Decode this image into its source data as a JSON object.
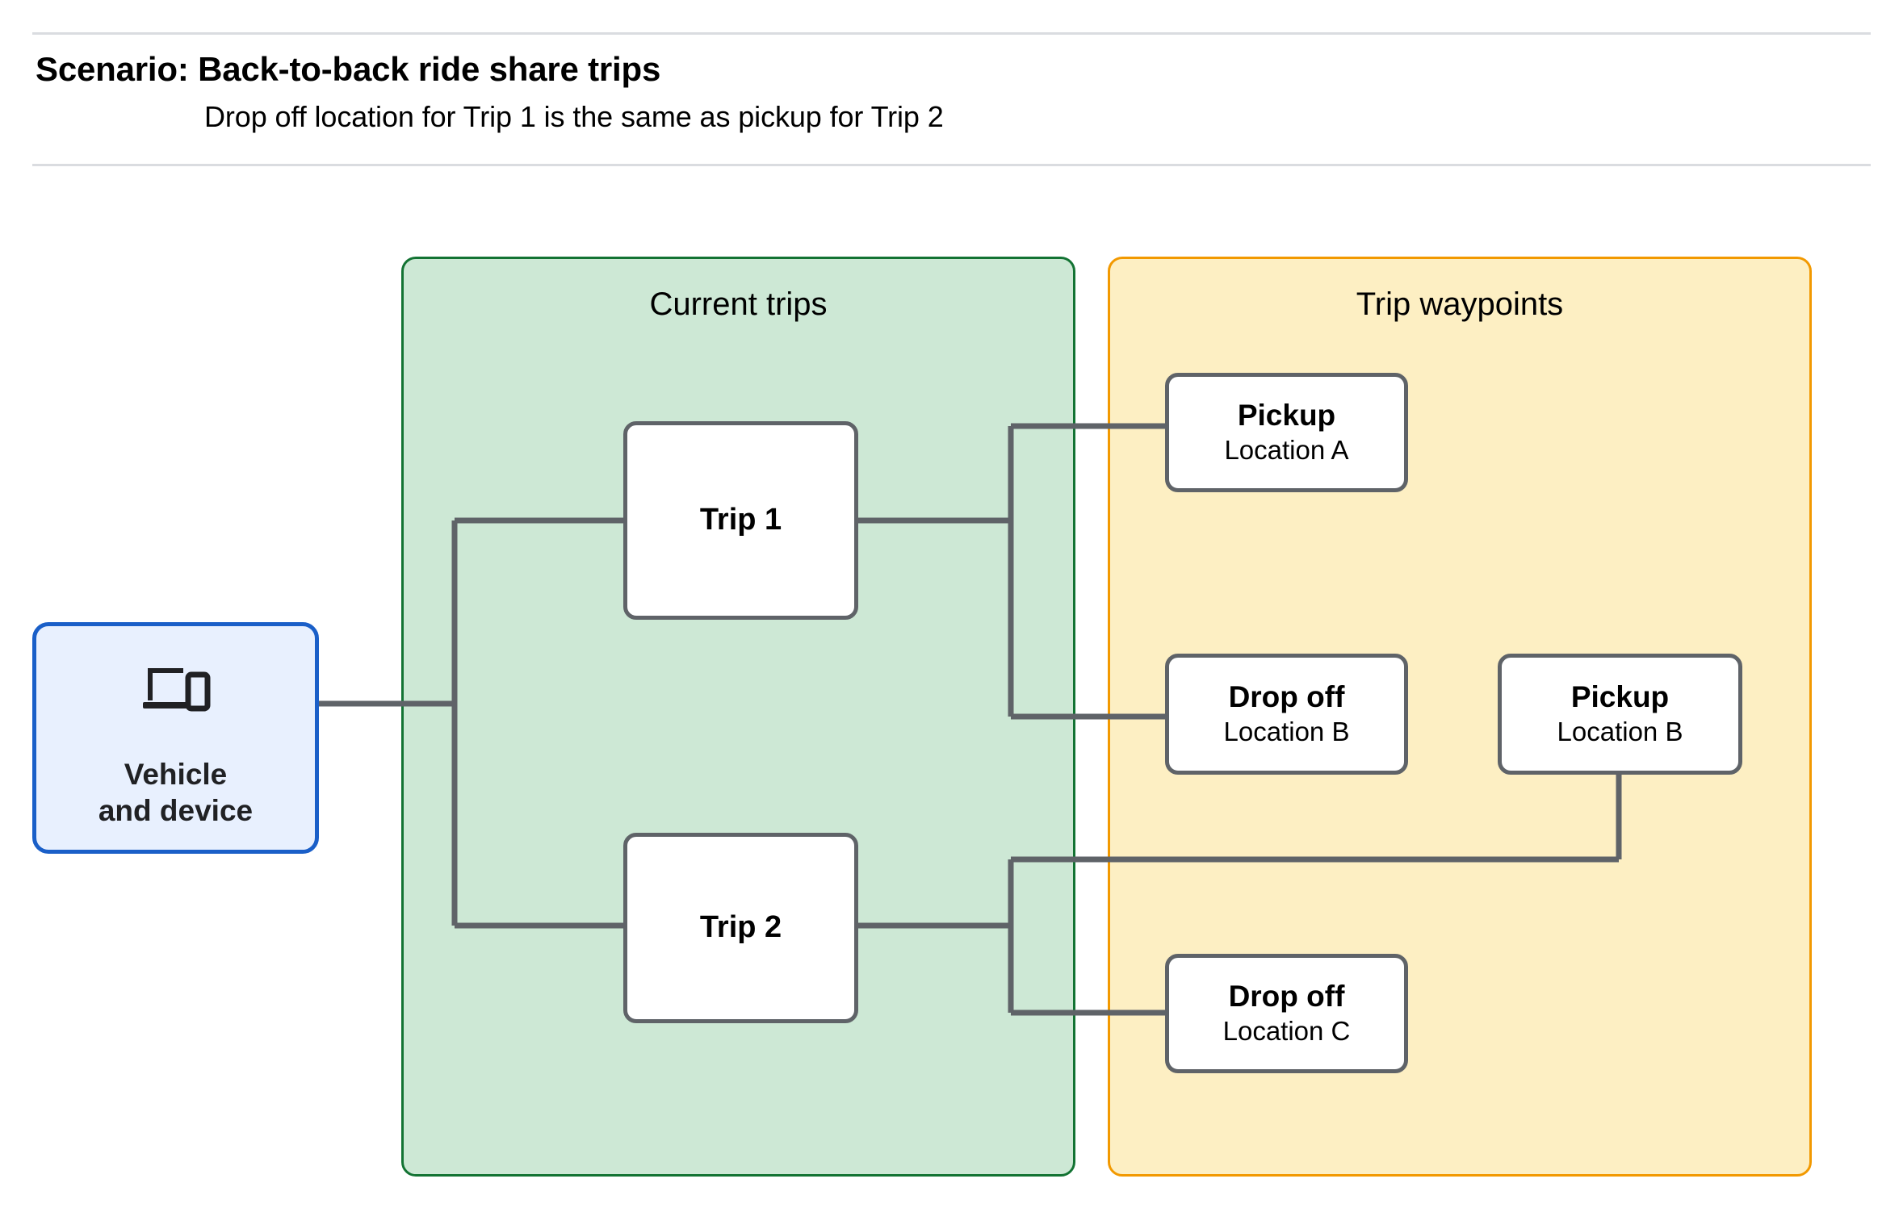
{
  "header": {
    "title": "Scenario: Back-to-back ride share trips",
    "subtitle": "Drop off  location for Trip 1 is the same as pickup for Trip 2"
  },
  "panels": {
    "current_trips": {
      "title": "Current trips",
      "fill": "#cde8d5",
      "stroke": "#137333"
    },
    "trip_waypoints": {
      "title": "Trip waypoints",
      "fill": "#fdefc3",
      "stroke": "#f29900"
    }
  },
  "vehicle": {
    "icon": "devices-icon",
    "label_line1": "Vehicle",
    "label_line2": "and device",
    "fill": "#e8f0fe",
    "stroke": "#1a5fc8"
  },
  "trips": [
    {
      "id": "trip1",
      "label": "Trip 1"
    },
    {
      "id": "trip2",
      "label": "Trip 2"
    }
  ],
  "waypoints": [
    {
      "id": "pickup-a",
      "type": "Pickup",
      "location": "Location A"
    },
    {
      "id": "dropoff-b",
      "type": "Drop off",
      "location": "Location B"
    },
    {
      "id": "pickup-b",
      "type": "Pickup",
      "location": "Location B"
    },
    {
      "id": "dropoff-c",
      "type": "Drop off",
      "location": "Location C"
    }
  ],
  "connections": [
    {
      "from": "vehicle",
      "to": "trip1"
    },
    {
      "from": "vehicle",
      "to": "trip2"
    },
    {
      "from": "trip1",
      "to": "pickup-a"
    },
    {
      "from": "trip1",
      "to": "dropoff-b"
    },
    {
      "from": "trip2",
      "to": "pickup-b"
    },
    {
      "from": "trip2",
      "to": "dropoff-c"
    }
  ],
  "colors": {
    "connector": "#5f6368",
    "node_border": "#5f6368",
    "rule": "#dadce0",
    "text": "#000000"
  }
}
